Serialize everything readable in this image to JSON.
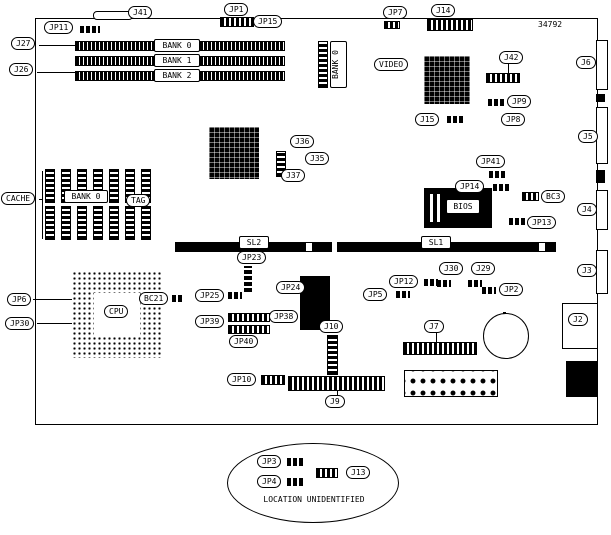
{
  "diagram": {
    "part_number": "34792",
    "footer_note": "LOCATION UNIDENTIFIED",
    "colors": {
      "ink": "#000000",
      "paper": "#ffffff"
    },
    "labels": {
      "j41": "J41",
      "jp1": "JP1",
      "jp15": "JP15",
      "jp7": "JP7",
      "j14": "J14",
      "jp11": "JP11",
      "j27": "J27",
      "j26": "J26",
      "bank0": "BANK 0",
      "bank1": "BANK 1",
      "bank2": "BANK 2",
      "bank0_vertical": "BANK 0",
      "video": "VIDEO",
      "j42": "J42",
      "j6": "J6",
      "jp9": "JP9",
      "jp8": "JP8",
      "j15": "J15",
      "j5": "J5",
      "j36": "J36",
      "j35": "J35",
      "j37": "J37",
      "jp41": "JP41",
      "jp14": "JP14",
      "bc3": "BC3",
      "j4": "J4",
      "jp13": "JP13",
      "bios": "BIOS",
      "cache": "CACHE",
      "cache_bank0": "BANK 0",
      "tag": "TAG",
      "sl2": "SL2",
      "sl1": "SL1",
      "jp23": "JP23",
      "j3": "J3",
      "j30": "J30",
      "j29": "J29",
      "jp12": "JP12",
      "jp2": "JP2",
      "jp5": "JP5",
      "jp24": "JP24",
      "jp25": "JP25",
      "bc21": "BC21",
      "cpu": "CPU",
      "jp6": "JP6",
      "jp30": "JP30",
      "jp39": "JP39",
      "jp38": "JP38",
      "jp40": "JP40",
      "j10": "J10",
      "j7": "J7",
      "j2": "J2",
      "jp10": "JP10",
      "j9": "J9",
      "jp3": "JP3",
      "jp4": "JP4",
      "j13": "J13"
    }
  }
}
